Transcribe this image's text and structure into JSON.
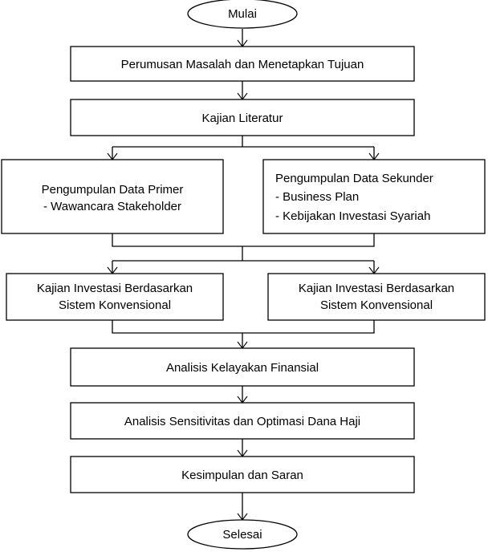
{
  "flowchart": {
    "start": "Mulai",
    "step1": "Perumusan Masalah dan Menetapkan Tujuan",
    "step2": "Kajian Literatur",
    "primary": {
      "title": "Pengumpulan Data Primer",
      "items": [
        "- Wawancara Stakeholder"
      ]
    },
    "secondary": {
      "title": "Pengumpulan Data Sekunder",
      "items": [
        "- Business Plan",
        "- Kebijakan Investasi Syariah"
      ]
    },
    "study_left": [
      "Kajian Investasi Berdasarkan",
      "Sistem Konvensional"
    ],
    "study_right": [
      "Kajian Investasi Berdasarkan",
      "Sistem Konvensional"
    ],
    "step5": "Analisis Kelayakan Finansial",
    "step6": "Analisis Sensitivitas dan Optimasi Dana Haji",
    "step7": "Kesimpulan dan Saran",
    "end": "Selesai"
  }
}
